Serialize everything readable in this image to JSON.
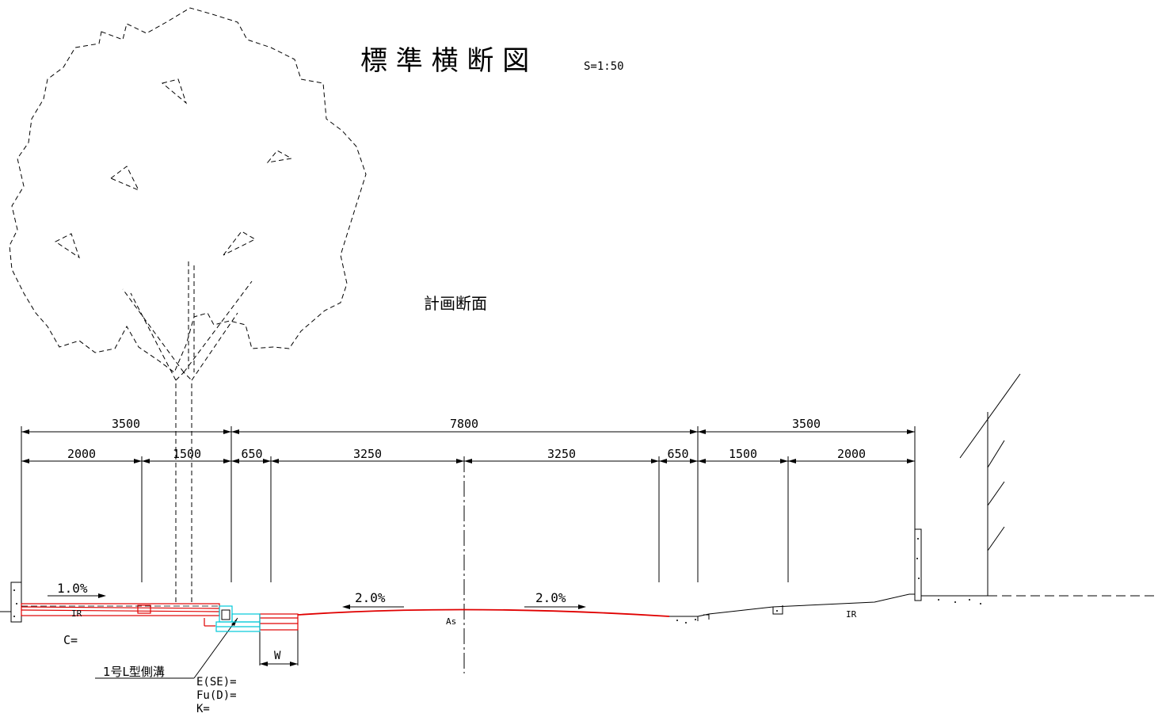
{
  "title": "標 準 横 断 図",
  "scale": "S=1:50",
  "section_label": "計画断面",
  "dimensions": {
    "top": [
      "3500",
      "7800",
      "3500"
    ],
    "sub": [
      "2000",
      "1500",
      "650",
      "3250",
      "3250",
      "650",
      "1500",
      "2000"
    ]
  },
  "slopes": {
    "left_sidewalk": "1.0%",
    "carriageway_left": "2.0%",
    "carriageway_right": "2.0%"
  },
  "labels": {
    "ir_left": "IR",
    "ir_right": "IR",
    "as": "As",
    "c": "C=",
    "w": "W",
    "gutter": "1号L型側溝",
    "e_se": "E(SE)=",
    "fu_d": "Fu(D)=",
    "k": "K="
  },
  "colors": {
    "line": "#000000",
    "pavement": "#e00000",
    "gutter_highlight": "#00c8d8"
  }
}
